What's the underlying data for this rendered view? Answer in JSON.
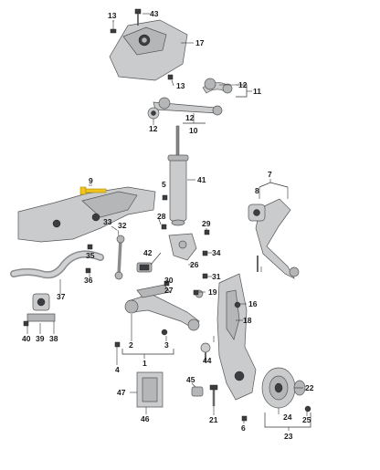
{
  "highlight_color": "#f0c419",
  "callouts": {
    "c1": "1",
    "c2": "2",
    "c3": "3",
    "c4": "4",
    "c5": "5",
    "c6": "6",
    "c7": "7",
    "c8": "8",
    "c9": "9",
    "c10": "10",
    "c11": "11",
    "c12a": "12",
    "c12b": "12",
    "c12c": "12",
    "c13a": "13",
    "c13b": "13",
    "c16": "16",
    "c17": "17",
    "c18": "18",
    "c19": "19",
    "c21": "21",
    "c22": "22",
    "c23": "23",
    "c24": "24",
    "c25": "25",
    "c26": "26",
    "c27": "27",
    "c28": "28",
    "c29": "29",
    "c30": "30",
    "c31": "31",
    "c32": "32",
    "c33": "33",
    "c34": "34",
    "c35": "35",
    "c36": "36",
    "c37": "37",
    "c38": "38",
    "c39": "39",
    "c40": "40",
    "c41": "41",
    "c42": "42",
    "c43": "43",
    "c44": "44",
    "c45": "45",
    "c46": "46",
    "c47": "47"
  }
}
